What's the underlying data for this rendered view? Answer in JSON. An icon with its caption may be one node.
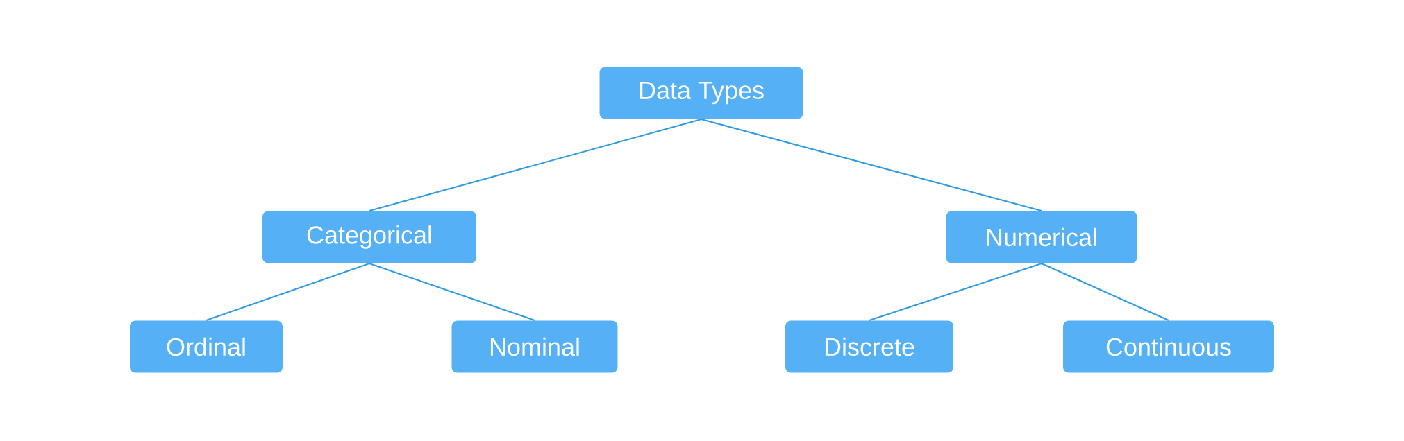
{
  "diagram": {
    "nodes": [
      {
        "text": [
          "Data Types"
        ]
      },
      {
        "text": [
          "Categorical"
        ]
      },
      {
        "text": [
          "Numerical"
        ]
      },
      {
        "text": [
          "Ordinal"
        ]
      },
      {
        "text": [
          "Nominal"
        ]
      },
      {
        "text": [
          "Discrete"
        ]
      },
      {
        "text": [
          "Continuous"
        ]
      }
    ],
    "edges": [
      {
        "from": 0,
        "to": 1,
        "arrow": "none"
      },
      {
        "from": 0,
        "to": 2,
        "arrow": "none"
      },
      {
        "from": 1,
        "to": 3,
        "arrow": "none"
      },
      {
        "from": 1,
        "to": 4,
        "arrow": "none"
      },
      {
        "from": 2,
        "to": 5,
        "arrow": "none"
      },
      {
        "from": 2,
        "to": 6,
        "arrow": "none"
      }
    ]
  }
}
